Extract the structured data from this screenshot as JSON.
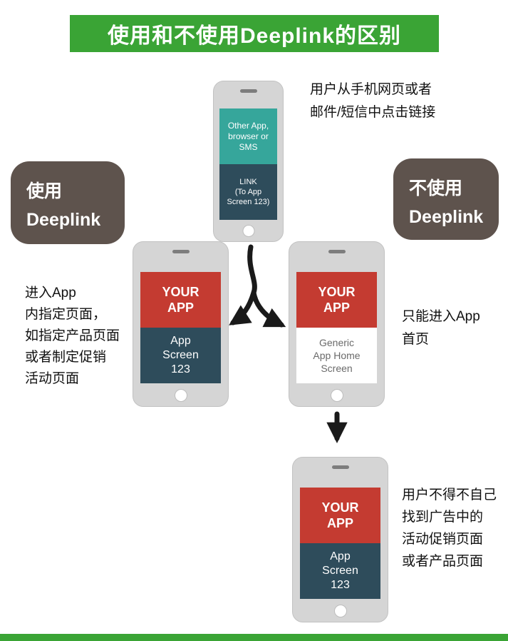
{
  "title": "使用和不使用Deeplink的区别",
  "bubbles": {
    "use": {
      "line1": "使用",
      "line2": "Deeplink"
    },
    "no_use": {
      "line1": "不使用",
      "line2": "Deeplink"
    }
  },
  "notes": {
    "top": "用户从手机网页或者\n邮件/短信中点击链接",
    "left": "进入App\n内指定页面，\n如指定产品页面\n或者制定促销\n活动页面",
    "right": "只能进入App\n首页",
    "bottom": "用户不得不自己\n找到广告中的\n活动促销页面\n或者产品页面"
  },
  "phones": {
    "source": {
      "box1": "Other App,\nbrowser or\nSMS",
      "box2": "LINK\n(To App\nScreen 123)"
    },
    "deeplink": {
      "box1": "YOUR\nAPP",
      "box2": "App\nScreen\n123"
    },
    "no_deeplink": {
      "box1": "YOUR\nAPP",
      "box2": "Generic\nApp Home\nScreen"
    },
    "manual": {
      "box1": "YOUR\nAPP",
      "box2": "App\nScreen\n123"
    }
  },
  "colors": {
    "banner_green": "#3aa435",
    "teal": "#36a69b",
    "navy": "#2e4c5b",
    "red": "#c43b31",
    "bubble_brown": "#5e534d",
    "arrow_black": "#1a1a1a"
  }
}
